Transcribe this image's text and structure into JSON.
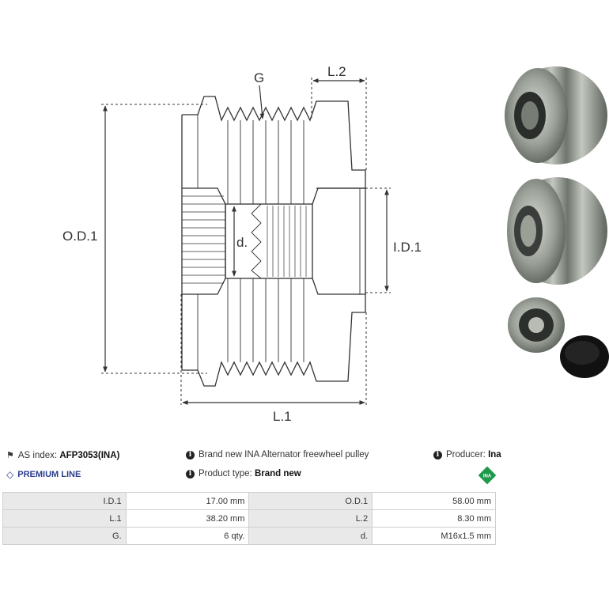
{
  "diagram": {
    "labels": {
      "od1": "O.D.1",
      "id1": "I.D.1",
      "l1": "L.1",
      "l2": "L.2",
      "g": "G",
      "d": "d."
    }
  },
  "photos": {
    "items": [
      "pulley-photo-angled",
      "pulley-photo-front",
      "pulley-photo-small-with-cap"
    ]
  },
  "info": {
    "as_index_label": "AS index:",
    "as_index_value": "AFP3053(INA)",
    "description": "Brand new INA Alternator freewheel pulley",
    "producer_label": "Producer:",
    "producer_value": "Ina",
    "premium_line": "PREMIUM LINE",
    "product_type_label": "Product type:",
    "product_type_value": "Brand new",
    "brand_logo_text": "INA"
  },
  "specs": [
    {
      "label1": "I.D.1",
      "value1": "17.00 mm",
      "label2": "O.D.1",
      "value2": "58.00 mm"
    },
    {
      "label1": "L.1",
      "value1": "38.20 mm",
      "label2": "L.2",
      "value2": "8.30 mm"
    },
    {
      "label1": "G.",
      "value1": "6 qty.",
      "label2": "d.",
      "value2": "M16x1.5 mm"
    }
  ],
  "colors": {
    "premium": "#2a3e8c",
    "ina_green": "#1c9a4a",
    "table_label_bg": "#e9e9e9"
  }
}
